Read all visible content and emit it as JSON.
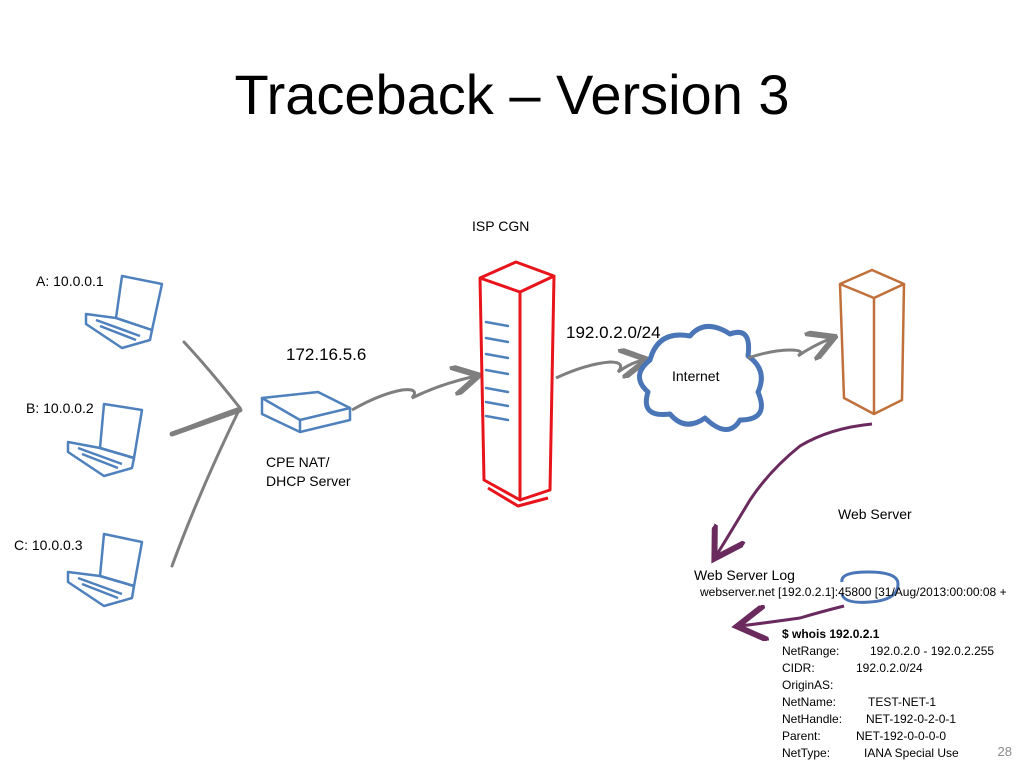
{
  "title": "Traceback – Version 3",
  "slide_number": "28",
  "hosts": {
    "a": "A: 10.0.0.1",
    "b": "B: 10.0.0.2",
    "c": "C: 10.0.0.3"
  },
  "nat": {
    "ip": "172.16.5.6",
    "label_line1": "CPE NAT/",
    "label_line2": "DHCP Server"
  },
  "cgn": {
    "label": "ISP CGN",
    "subnet": "192.0.2.0/24"
  },
  "internet_label": "Internet",
  "web_server_label": "Web Server",
  "log": {
    "title": "Web Server Log",
    "line": "webserver.net [192.0.2.1]:45800 [31/Aug/2013:00:00:08 +"
  },
  "whois": {
    "command": "$ whois 192.0.2.1",
    "rows": [
      {
        "key": "NetRange:",
        "value": "192.0.2.0 - 192.0.2.255"
      },
      {
        "key": "CIDR:",
        "value": "192.0.2.0/24"
      },
      {
        "key": "OriginAS:",
        "value": ""
      },
      {
        "key": "NetName:",
        "value": "TEST-NET-1"
      },
      {
        "key": "NetHandle:",
        "value": "NET-192-0-2-0-1"
      },
      {
        "key": "Parent:",
        "value": "NET-192-0-0-0-0"
      },
      {
        "key": "NetType:",
        "value": "IANA Special Use"
      }
    ]
  },
  "colors": {
    "laptop": "#4f81bd",
    "connector": "#7f7f7f",
    "cgn": "#e8141b",
    "cloud": "#4a76b8",
    "server": "#c0703a",
    "arrow_purple": "#6a2a5e"
  }
}
